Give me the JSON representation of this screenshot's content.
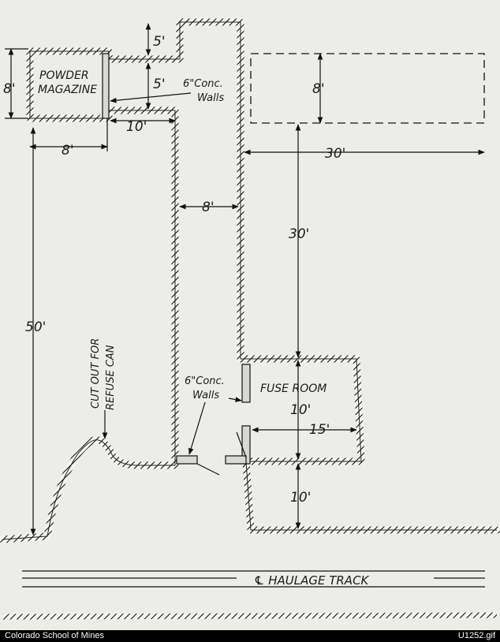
{
  "labels": {
    "powder_line1": "POWDER",
    "powder_line2": "MAGAZINE",
    "conc_top_1": "6\"Conc.",
    "conc_top_2": "Walls",
    "fuse_room": "FUSE ROOM",
    "conc_bot_1": "6\"Conc.",
    "conc_bot_2": "Walls",
    "cutout_1": "CUT OUT FOR",
    "cutout_2": "REFUSE CAN",
    "haulage": "℄ HAULAGE TRACK"
  },
  "dimensions": {
    "d_5a": "5'",
    "d_5b": "5'",
    "d_8_mag_h": "8'",
    "d_10_top": "10'",
    "d_8_mag_w": "8'",
    "d_8_passage": "8'",
    "d_8_right": "8'",
    "d_30_h": "30'",
    "d_30_v": "30'",
    "d_50": "50'",
    "d_10_fuse": "10'",
    "d_15": "15'",
    "d_10_bottom": "10'"
  },
  "footer": {
    "source": "Colorado School of Mines",
    "image_id": "U1252.gif"
  }
}
